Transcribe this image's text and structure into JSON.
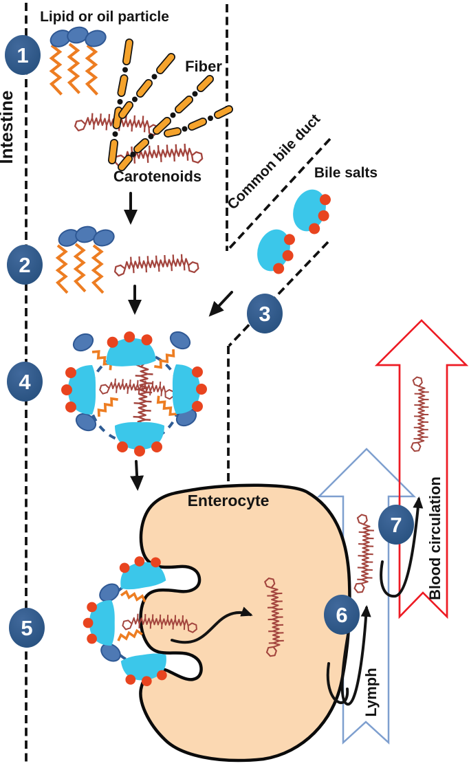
{
  "labels": {
    "intestine": "Intestine",
    "lipid": "Lipid or oil particle",
    "fiber": "Fiber",
    "carotenoids": "Carotenoids",
    "common_bile_duct": "Common bile duct",
    "bile_salts": "Bile salts",
    "enterocyte": "Enterocyte",
    "lymph": "Lymph",
    "blood_circulation": "Blood circulation"
  },
  "steps": [
    "1",
    "2",
    "3",
    "4",
    "5",
    "6",
    "7"
  ],
  "colors": {
    "step_circle": "#2E5C90",
    "lipid_oval": "#4E79B4",
    "fatty_acid_orange": "#ED7D22",
    "fiber_rod": "#F5A32C",
    "carotenoid": "#A3453E",
    "micelle_cyan": "#3BC7EA",
    "polar_head_red": "#E8441F",
    "enterocyte_fill": "#FBD8B2",
    "lymph_arrow": "#7E9FCF",
    "blood_arrow": "#ED1B24",
    "line_black": "#111111"
  }
}
